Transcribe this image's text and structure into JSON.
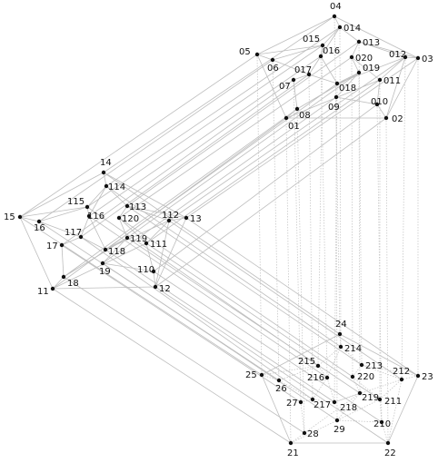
{
  "graph": {
    "nodes": [
      {
        "id": "04"
      },
      {
        "id": "014"
      },
      {
        "id": "015"
      },
      {
        "id": "013"
      },
      {
        "id": "05"
      },
      {
        "id": "016"
      },
      {
        "id": "020"
      },
      {
        "id": "012"
      },
      {
        "id": "03"
      },
      {
        "id": "06"
      },
      {
        "id": "017"
      },
      {
        "id": "019"
      },
      {
        "id": "011"
      },
      {
        "id": "07"
      },
      {
        "id": "018"
      },
      {
        "id": "09"
      },
      {
        "id": "010"
      },
      {
        "id": "08"
      },
      {
        "id": "01"
      },
      {
        "id": "02"
      },
      {
        "id": "14"
      },
      {
        "id": "114"
      },
      {
        "id": "115"
      },
      {
        "id": "113"
      },
      {
        "id": "15"
      },
      {
        "id": "16"
      },
      {
        "id": "116"
      },
      {
        "id": "120"
      },
      {
        "id": "112"
      },
      {
        "id": "13"
      },
      {
        "id": "117"
      },
      {
        "id": "17"
      },
      {
        "id": "118"
      },
      {
        "id": "119"
      },
      {
        "id": "111"
      },
      {
        "id": "19"
      },
      {
        "id": "18"
      },
      {
        "id": "110"
      },
      {
        "id": "11"
      },
      {
        "id": "12"
      },
      {
        "id": "24"
      },
      {
        "id": "214"
      },
      {
        "id": "215"
      },
      {
        "id": "213"
      },
      {
        "id": "25"
      },
      {
        "id": "216"
      },
      {
        "id": "220"
      },
      {
        "id": "212"
      },
      {
        "id": "23"
      },
      {
        "id": "26"
      },
      {
        "id": "27"
      },
      {
        "id": "217"
      },
      {
        "id": "218"
      },
      {
        "id": "219"
      },
      {
        "id": "211"
      },
      {
        "id": "29"
      },
      {
        "id": "210"
      },
      {
        "id": "28"
      },
      {
        "id": "21"
      },
      {
        "id": "22"
      }
    ]
  }
}
